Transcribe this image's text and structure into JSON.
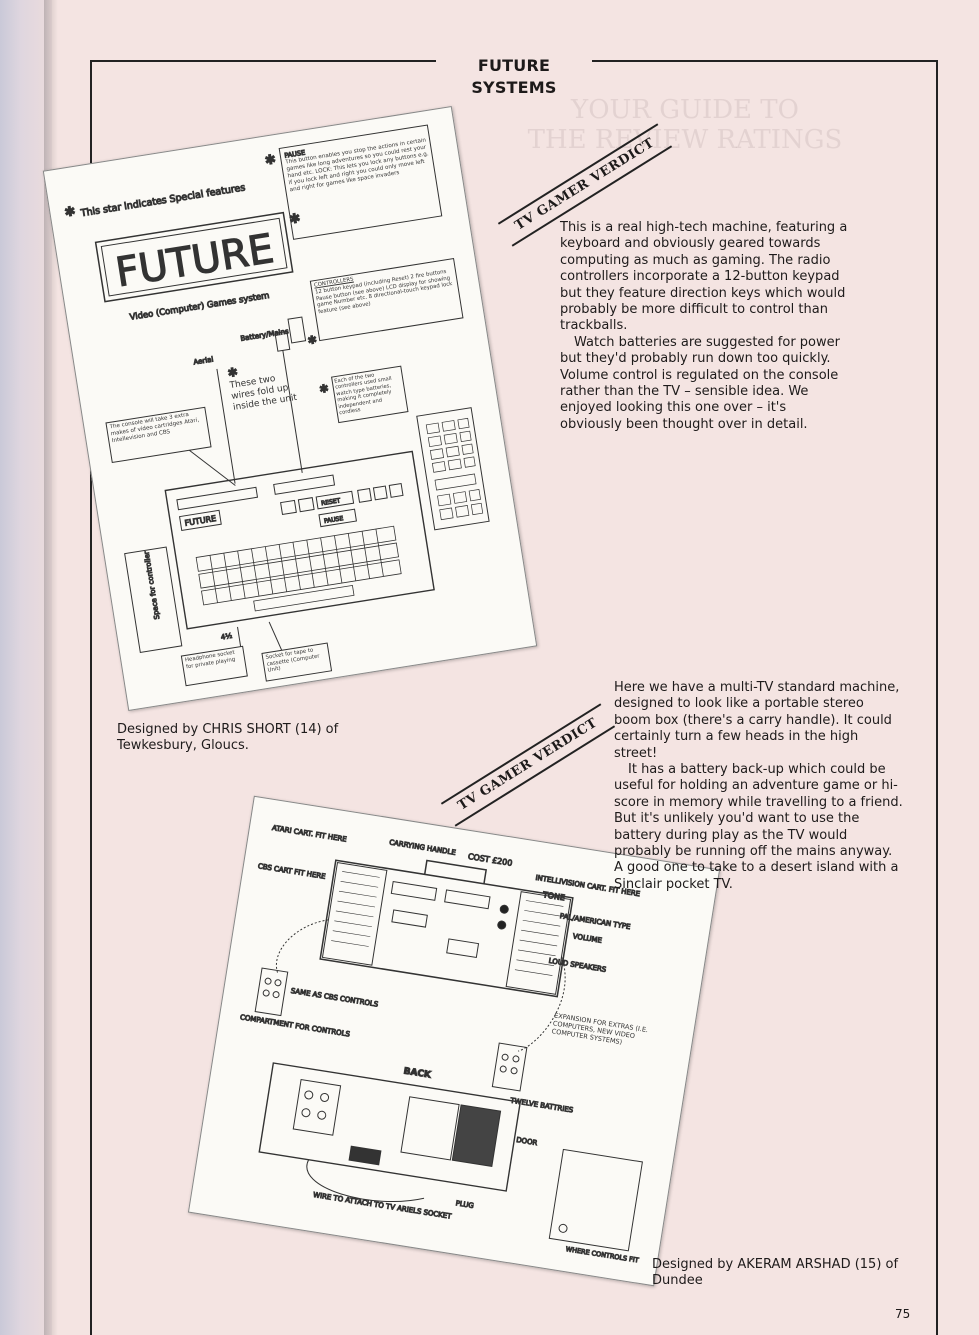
{
  "header": {
    "section_title": "FUTURE SYSTEMS"
  },
  "bleed_through": {
    "title_line_1": "YOUR GUIDE TO",
    "title_line_2": "THE REVIEW RATINGS"
  },
  "entry_1": {
    "verdict_banner": "TV GAMER VERDICT",
    "review_paragraphs": [
      "This is a real high-tech machine, featuring a keyboard and obviously geared towards computing as much as gaming. The radio controllers incorporate a 12-button keypad but they feature direction keys which would probably be more difficult to control than trackballs.",
      "Watch batteries are suggested for power but they'd probably run down too quickly. Volume control is regulated on the console rather than the TV – sensible idea. We enjoyed looking this one over – it's obviously been thought over in detail."
    ],
    "caption": "Designed by CHRIS SHORT (14) of Tewkesbury, Gloucs.",
    "sketch": {
      "star_note": "This star indicates Special features",
      "logo": "FUTURE",
      "subtitle": "Video (Computer) Games system",
      "pause_title": "PAUSE",
      "pause_note": "This button enables you stop the actions in certain games like long adventures so you could rest your hand etc.",
      "lock_title": "LOCK",
      "lock_note": "This lets you lock any buttons e.g. if you lock left and right you could only move left and right for games like space invaders",
      "controllers_title": "CONTROLLERS",
      "controllers_note": "12 button keypad (including Reset) 2 fire buttons Pause button (see above) LCD display for showing game Number etc. 8 directional-touch keypad lock feature (see above)",
      "controllers_extra": "Each of the two controllers used small watch type batteries, making it completely independent and cordless",
      "cartridge_note": "The console will take 3 extra makes of video cartridges Atari, Intellevision and CBS",
      "aerial_label": "Aerial",
      "battery_label": "Battery/Mains",
      "wires_note": "These two wires fold up inside the unit",
      "reset_label": "RESET",
      "pause_label": "PAUSE",
      "space_label": "Space for controller",
      "headphone_note": "Headphone socket for private playing",
      "socket_note": "Socket for tape to cassette (Computer Unit)"
    }
  },
  "entry_2": {
    "verdict_banner": "TV GAMER VERDICT",
    "review_paragraphs": [
      "Here we have a multi-TV standard machine, designed to look like a portable stereo boom box (there's a carry handle). It could certainly turn a few heads in the high street!",
      "It has a battery back-up which could be useful for holding an adventure game or hi-score in memory while travelling to a friend. But it's unlikely you'd want to use the battery during play as the TV would probably be running off the mains anyway. A good one to take to a desert island with a Sinclair pocket TV."
    ],
    "caption": "Designed by AKERAM ARSHAD (15) of Dundee",
    "sketch": {
      "atari_label": "ATARI CART. FIT HERE",
      "handle_label": "CARRYING HANDLE",
      "cost_label": "COST £200",
      "intellivision_label": "INTELLIVISION CART. FIT HERE",
      "tone_label": "TONE",
      "pal_label": "PAL/AMERICAN TYPE",
      "volume_label": "VOLUME",
      "speakers_label": "LOUD SPEAKERS",
      "cbs_label": "CBS CART FIT HERE",
      "same_label": "SAME AS CBS CONTROLS",
      "expansion_label": "EXPANSION FOR EXTRAS (I.E. COMPUTERS, NEW VIDEO COMPUTER SYSTEMS)",
      "compartment_label": "COMPARTMENT FOR CONTROLS",
      "back_label": "BACK",
      "batteries_label": "TWELVE BATTRIES",
      "door_label": "DOOR",
      "wire_label": "WIRE TO ATTACH TO TV ARIELS SOCKET",
      "plug_label": "PLUG",
      "controls_label": "WHERE CONTROLS FIT"
    }
  },
  "footer": {
    "page_number": "75"
  }
}
